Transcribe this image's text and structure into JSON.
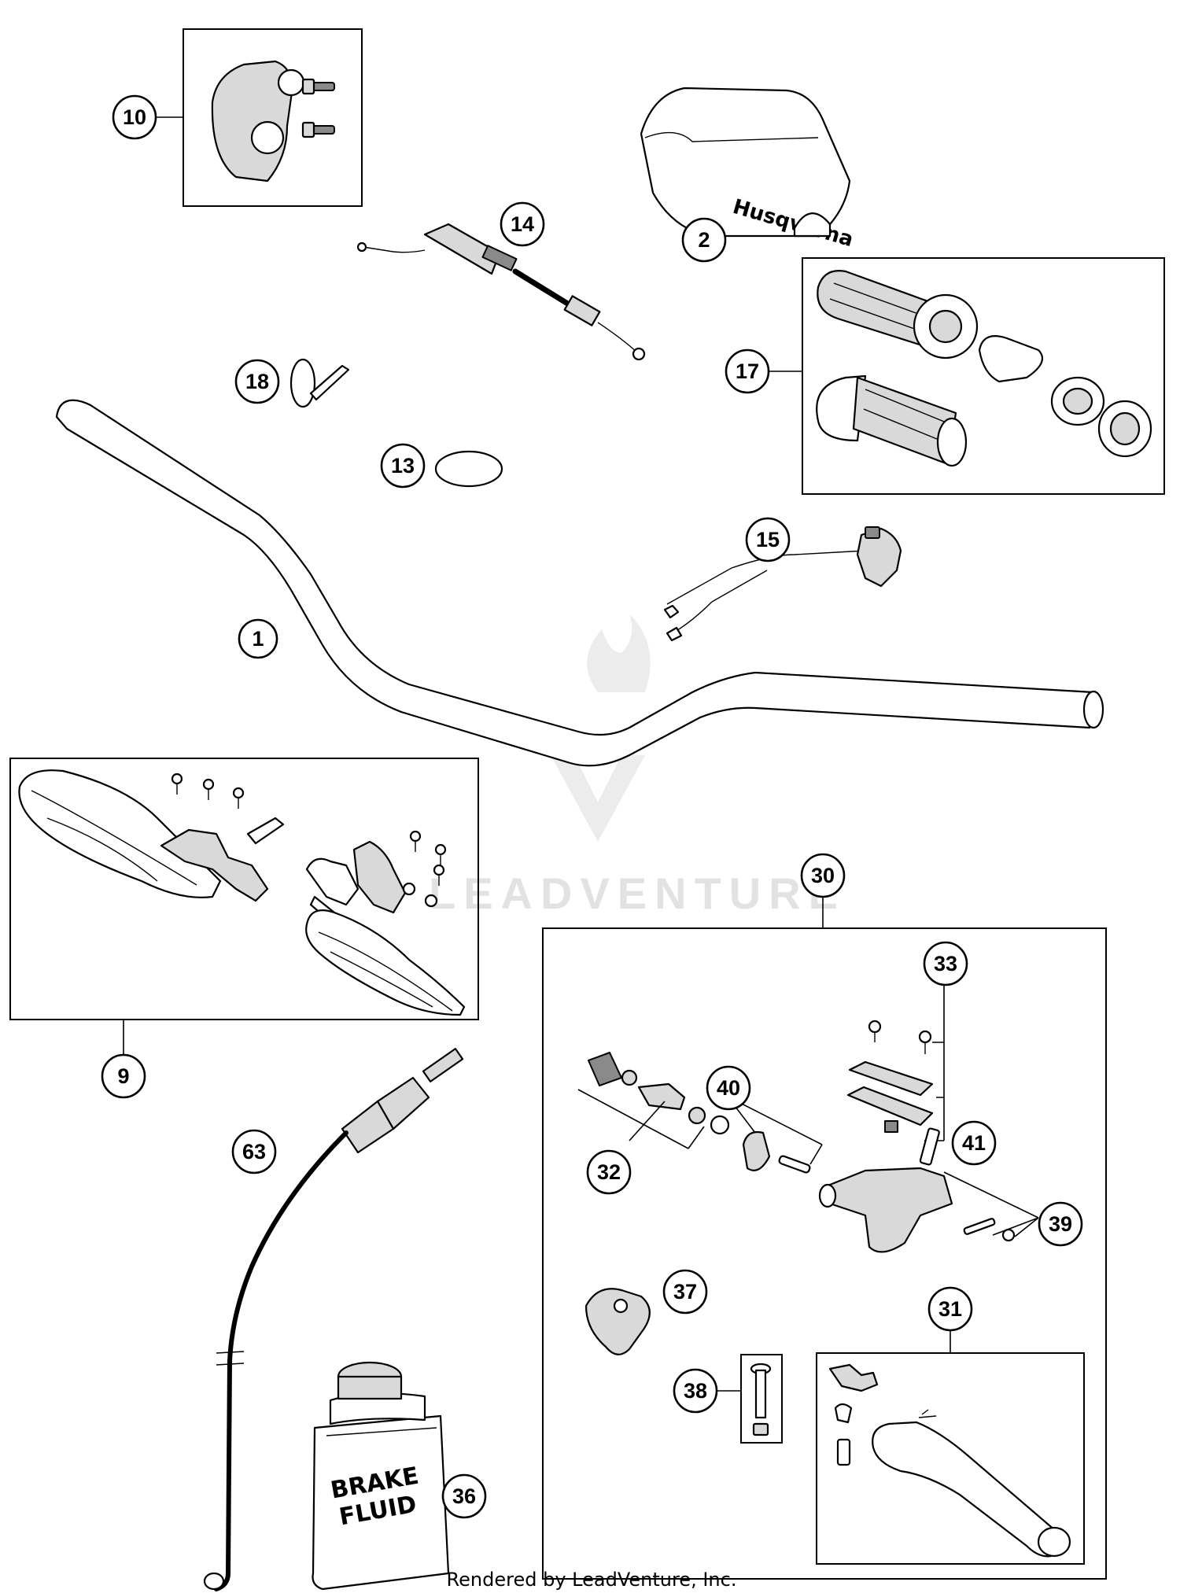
{
  "callouts": {
    "c1": "1",
    "c2": "2",
    "c9": "9",
    "c10": "10",
    "c13": "13",
    "c14": "14",
    "c15": "15",
    "c17": "17",
    "c18": "18",
    "c30": "30",
    "c31": "31",
    "c32": "32",
    "c33": "33",
    "c36": "36",
    "c37": "37",
    "c38": "38",
    "c39": "39",
    "c40": "40",
    "c41": "41",
    "c63": "63"
  },
  "pad_brand": "Husqvarna",
  "brake_fluid_line1": "BRAKE",
  "brake_fluid_line2": "FLUID",
  "watermark": "LEADVENTURE",
  "footer": "Rendered by LeadVenture, Inc."
}
